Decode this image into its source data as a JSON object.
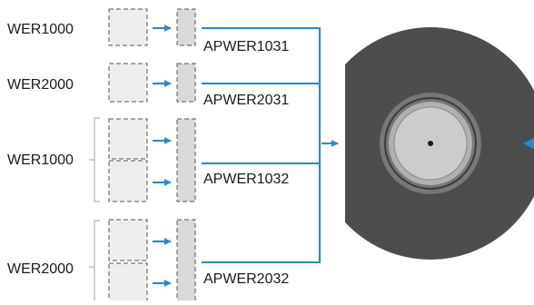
{
  "colors": {
    "accent": "#1b8fd2",
    "housing": "#4d4d4d",
    "ring_outer": "#777777",
    "ring_inner": "#b0b0b0",
    "core": "#cccccc",
    "slot_fill": "#eeeeee",
    "adapter_fill": "#d9d9d9"
  },
  "rows": [
    {
      "source_label": "WER1000",
      "adapter_label": "APWER1031"
    },
    {
      "source_label": "WER2000",
      "adapter_label": "APWER2031"
    },
    {
      "source_label": "WER1000",
      "adapter_label": "APWER1032"
    },
    {
      "source_label": "WER2000",
      "adapter_label": "APWER2032"
    }
  ]
}
